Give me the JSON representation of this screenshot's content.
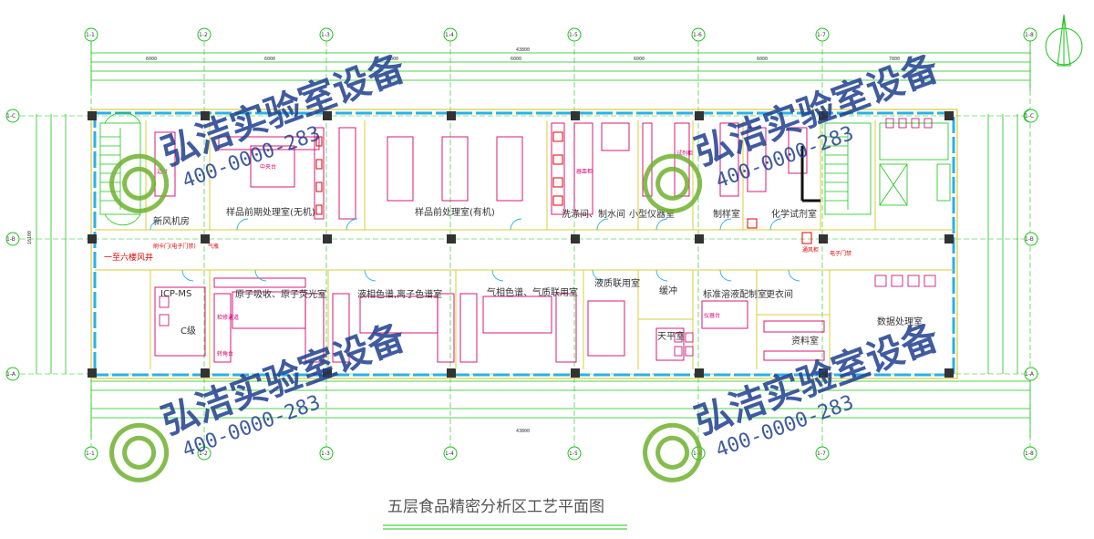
{
  "title": "五层食品精密分析区工艺平面图",
  "axes": {
    "columns": [
      "1-1",
      "1-2",
      "1-3",
      "1-4",
      "1-5",
      "1-6",
      "1-7",
      "1-8"
    ],
    "rows": [
      "1-C",
      "1-B",
      "1-A"
    ]
  },
  "rooms": {
    "fresh_air": "新风机房",
    "sample_pre_inorganic": "样品前期处理室(无机)",
    "sample_pre_organic": "样品前处理室(有机)",
    "washing": "洗涤间、制水间",
    "small_instrument": "小型仪器室",
    "sample_prep": "制样室",
    "chem_test": "化学试剂室",
    "icp_ms": "ICP-MS",
    "atomic_abs": "原子吸收、原子荧光室",
    "lc_ion": "液相色谱,离子色谱室",
    "gc_ms": "气相色谱、气质联用室",
    "lc_ms": "液质联用室",
    "buffer": "缓冲",
    "balance": "天平室",
    "std_solution": "标准溶液配制室",
    "changing": "更衣间",
    "data": "数据处理室",
    "storage": "资料室",
    "c_stage": "C级"
  },
  "notes": {
    "ahu": "一至六楼风井",
    "ecard_door": "电子门禁",
    "main_door": "刷卡门(电子门禁)",
    "gas_bottle": "气瓶",
    "fume_hood": "通风柜",
    "benches": [
      "边台",
      "中央台",
      "转角台",
      "检修通道",
      "器皿柜",
      "试剂柜",
      "仪器台"
    ]
  },
  "dimensions": {
    "total": "43800",
    "spans": [
      "6000",
      "6000",
      "6000",
      "6000",
      "6000",
      "6000",
      "7800"
    ],
    "depth": "16100"
  },
  "watermark": {
    "brand": "弘洁实验室设备",
    "phone": "400-0000-283"
  },
  "colors": {
    "grid": "#19c419",
    "wall": "#d8cc3a",
    "glass": "#2ab0e8",
    "bench": "#d4006a",
    "fume": "#e00000",
    "brand": "#1f3f8f",
    "logo_green": "#6fb230"
  }
}
